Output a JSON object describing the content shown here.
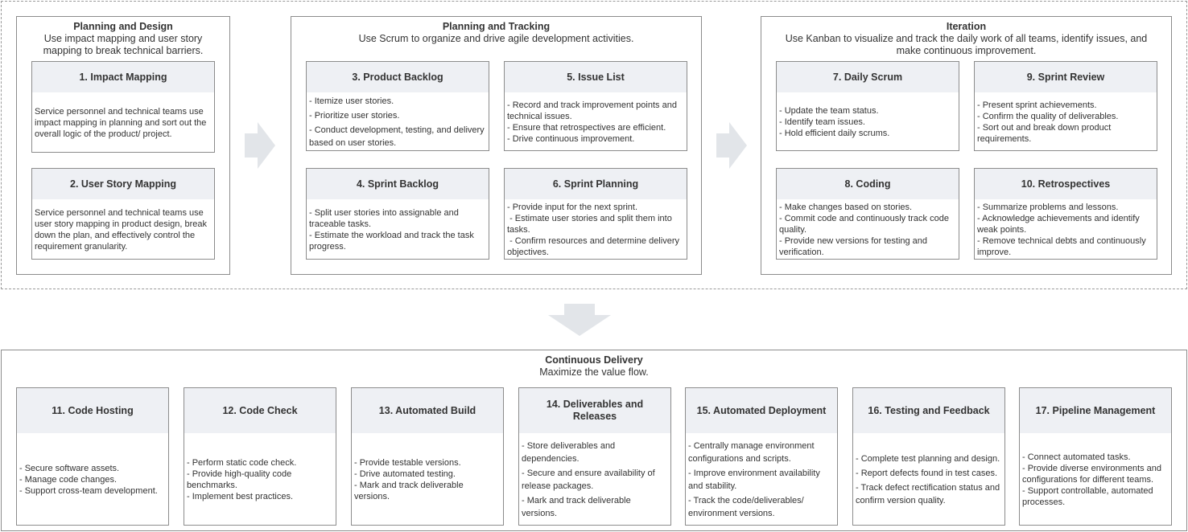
{
  "planning_design": {
    "title": "Planning and Design",
    "subtitle": "Use impact mapping and user story mapping to break technical barriers.",
    "cards": [
      {
        "title": "1. Impact Mapping",
        "lines": [
          "Service personnel and technical teams use impact mapping in planning and sort out the overall logic of the product/ project."
        ]
      },
      {
        "title": "2. User Story Mapping",
        "lines": [
          "Service personnel and technical teams use user story mapping in product design, break down the plan, and effectively control the requirement granularity."
        ]
      }
    ]
  },
  "planning_tracking": {
    "title": "Planning and Tracking",
    "subtitle": "Use Scrum to organize and drive agile development activities.",
    "cards": [
      {
        "title": "3. Product Backlog",
        "lines": [
          "- Itemize user stories.",
          "- Prioritize user stories.",
          "- Conduct development, testing, and delivery based on user stories."
        ]
      },
      {
        "title": "5. Issue List",
        "lines": [
          "- Record and track improvement points and technical issues.",
          "- Ensure that retrospectives are efficient.",
          "- Drive continuous improvement."
        ]
      },
      {
        "title": "4. Sprint Backlog",
        "lines": [
          "- Split user stories into assignable and traceable tasks.",
          "- Estimate the workload and track the task progress."
        ]
      },
      {
        "title": "6. Sprint Planning",
        "lines": [
          "- Provide input for the next sprint.",
          " - Estimate user stories and split them into tasks.",
          " - Confirm resources and determine delivery objectives."
        ]
      }
    ]
  },
  "iteration": {
    "title": "Iteration",
    "subtitle": "Use Kanban to visualize and track the daily work of all teams, identify issues, and make continuous improvement.",
    "cards": [
      {
        "title": "7. Daily Scrum",
        "lines": [
          "- Update the team status.",
          "- Identify team issues.",
          "- Hold efficient daily scrums."
        ]
      },
      {
        "title": "9. Sprint Review",
        "lines": [
          "- Present sprint achievements.",
          "- Confirm the quality of deliverables.",
          "- Sort out and break down product requirements."
        ]
      },
      {
        "title": "8. Coding",
        "lines": [
          "- Make changes based on stories.",
          "- Commit code and continuously track code quality.",
          "- Provide new versions for testing and verification."
        ]
      },
      {
        "title": "10. Retrospectives",
        "lines": [
          "- Summarize problems and lessons.",
          "- Acknowledge achievements and identify weak points.",
          "- Remove technical debts and continuously improve."
        ]
      }
    ]
  },
  "continuous_delivery": {
    "title": "Continuous Delivery",
    "subtitle": "Maximize the value flow.",
    "cards": [
      {
        "title": "11. Code Hosting",
        "lines": [
          "- Secure software assets.",
          "- Manage code changes.",
          "- Support cross-team development."
        ]
      },
      {
        "title": "12. Code Check",
        "lines": [
          "- Perform static code check.",
          "- Provide high-quality code benchmarks.",
          "- Implement best practices."
        ]
      },
      {
        "title": "13. Automated Build",
        "lines": [
          "- Provide testable versions.",
          "- Drive automated testing.",
          "- Mark and track deliverable versions."
        ]
      },
      {
        "title": "14. Deliverables and Releases",
        "lines": [
          "- Store deliverables and dependencies.",
          "- Secure and ensure availability of release packages.",
          "- Mark and track deliverable versions."
        ]
      },
      {
        "title": "15. Automated Deployment",
        "lines": [
          "- Centrally manage environment configurations and scripts.",
          "- Improve environment availability and stability.",
          "- Track the code/deliverables/ environment versions."
        ]
      },
      {
        "title": "16. Testing and Feedback",
        "lines": [
          "- Complete test planning and design.",
          "- Report defects found in test cases.",
          "- Track defect rectification status and confirm version quality."
        ]
      },
      {
        "title": "17. Pipeline Management",
        "lines": [
          "- Connect automated tasks.",
          "- Provide diverse environments and configurations for different teams.",
          "- Support controllable, automated processes."
        ]
      }
    ]
  },
  "colors": {
    "card_header": "#eef0f4",
    "border": "#8c8c8c",
    "arrow": "#e2e5e9"
  }
}
